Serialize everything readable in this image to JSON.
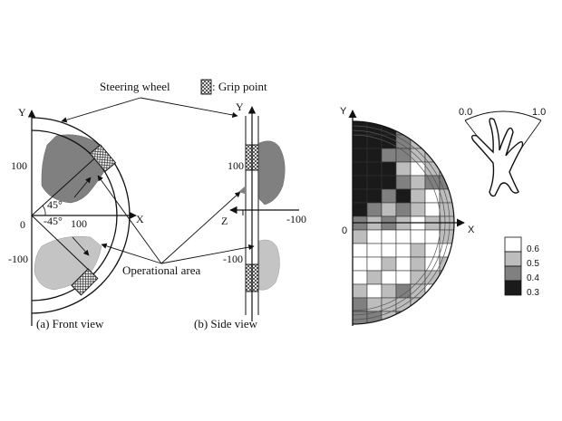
{
  "labels": {
    "steering_wheel": "Steering wheel",
    "grip_point": ": Grip point",
    "operational_area": "Operational area",
    "front_view": "(a)  Front view",
    "side_view": "(b)  Side view"
  },
  "front_view": {
    "axis_x": "X",
    "axis_y": "Y",
    "tick_y_top": "100",
    "tick_y_bottom": "-100",
    "tick_x": "100",
    "origin": "0",
    "angle_up": "45°",
    "angle_down": "-45°"
  },
  "side_view": {
    "axis_y": "Y",
    "axis_z": "Z",
    "tick_y_top": "100",
    "tick_y_bottom": "-100",
    "tick_z": "-100"
  },
  "grid_plot": {
    "axis_x": "X",
    "axis_y": "Y",
    "origin": "0"
  },
  "hand_diagram": {
    "value_left": "0.0",
    "value_right": "1.0"
  },
  "legend": {
    "items": [
      {
        "label": "0.6",
        "color": "#ffffff"
      },
      {
        "label": "0.5",
        "color": "#bdbdbd"
      },
      {
        "label": "0.4",
        "color": "#808080"
      },
      {
        "label": "0.3",
        "color": "#1a1a1a"
      }
    ]
  }
}
